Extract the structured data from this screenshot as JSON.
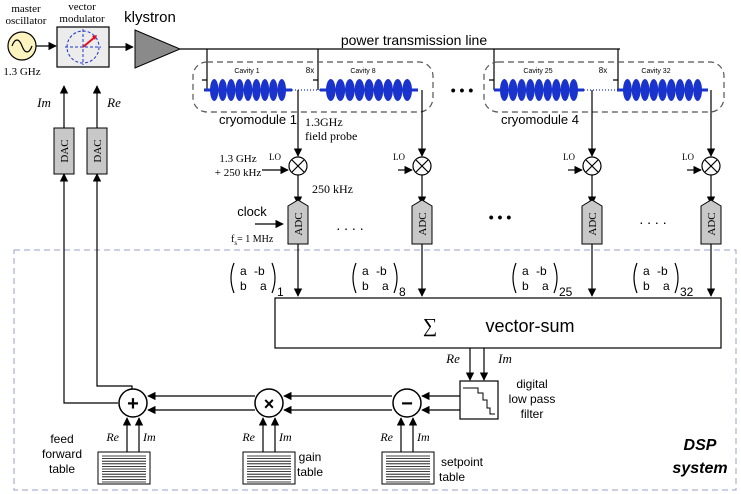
{
  "labels": {
    "master_oscillator_1": "master",
    "master_oscillator_2": "oscillator",
    "vector_modulator_1": "vector",
    "vector_modulator_2": "modulator",
    "freq": "1.3 GHz",
    "klystron": "klystron",
    "power_line": "power transmission line",
    "im": "Im",
    "re": "Re",
    "dac": "DAC",
    "adc": "ADC",
    "cavity_1": "Cavity 1",
    "cavity_8": "Cavity 8",
    "cavity_25": "Cavity 25",
    "cavity_32": "Cavity 32",
    "cav_mult": "8x",
    "cryomodule_1": "cryomodule 1",
    "cryomodule_4": "cryomodule 4",
    "field_probe_1": "1.3GHz",
    "field_probe_2": "field probe",
    "lo": "LO",
    "lo_freq_1": "1.3 GHz",
    "lo_freq_2": "+ 250 kHz",
    "if_freq": "250 kHz",
    "clock": "clock",
    "fs_f": "f",
    "fs_sub": "s",
    "fs_rest": "= 1 MHz",
    "ellipsis": "• • •",
    "dots": ". . . .",
    "matrix_a": "a",
    "matrix_minus_b": "-b",
    "matrix_b": "b",
    "sub_1": "1",
    "sub_8": "8",
    "sub_25": "25",
    "sub_32": "32",
    "sigma": "∑",
    "vector_sum": "vector-sum",
    "filter_1": "digital",
    "filter_2": "low pass",
    "filter_3": "filter",
    "plus": "+",
    "times": "×",
    "minus": "−",
    "ff_1": "feed",
    "ff_2": "forward",
    "ff_3": "table",
    "gain_1": "gain",
    "gain_2": "table",
    "sp_1": "setpoint",
    "sp_2": "table",
    "dsp_1": "DSP",
    "dsp_2": "system"
  },
  "colors": {
    "oscillator_fill": "#fdf3bf",
    "klystron_fill": "#8a8a8a",
    "converter_fill": "#c8c8c8",
    "cavity_blue": "#1a33cc",
    "dsp_label": "#1a3fd4",
    "dashed_border": "#9aa0c8",
    "modulator_arrow": "#e01020"
  }
}
